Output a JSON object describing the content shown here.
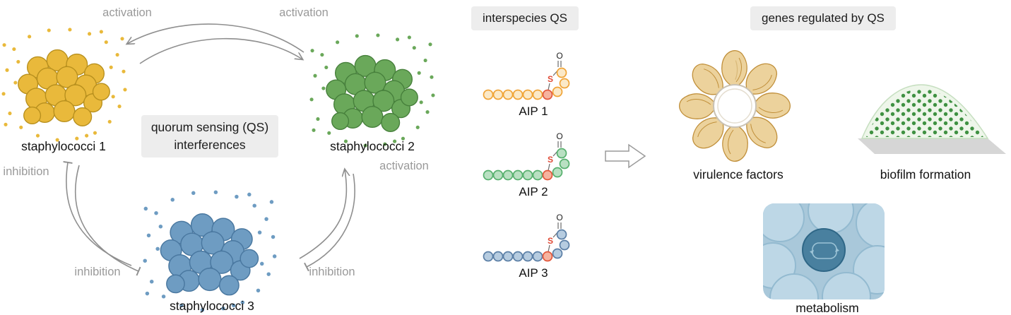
{
  "colors": {
    "staph1_yellow": "#e9b93b",
    "staph1_edge": "#b8901e",
    "staph2_green": "#6aa85a",
    "staph2_edge": "#47803c",
    "staph3_blue": "#6e9cc2",
    "staph3_edge": "#4a78a0",
    "arrow_gray": "#8f8f8f",
    "arrow_label_gray": "#9a9a9a",
    "box_bg": "#ededed",
    "aip_red": "#e2573b",
    "sulfur_red": "#df4a36",
    "protein_gold": "#d9a84e",
    "biofilm_green": "#3f9142",
    "metabolism_blue": "#49809f"
  },
  "icons": {
    "bacteria_cluster": "cluster-of-cocci-cells-with-scattered-signal-dots",
    "aip_molecule": "cyclic-thiolactone-peptide-chain",
    "arrow_right": "block-outline-arrow-right",
    "protein": "ring-shaped-protein-ribbon-structure",
    "biofilm": "green-dome-of-cells-on-surface",
    "metabolism": "cell-with-metabolic-cycle"
  },
  "left_panel": {
    "center_box": {
      "line1": "quorum sensing (QS)",
      "line2": "interferences"
    },
    "cluster1_label": "staphylococci 1",
    "cluster2_label": "staphylococci 2",
    "cluster3_label": "staphylococci 3",
    "labels": {
      "activation_top_left": "activation",
      "activation_top_right": "activation",
      "activation_right": "activation",
      "inhibition_left": "inhibition",
      "inhibition_bottom_left": "inhibition",
      "inhibition_bottom_right": "inhibition"
    }
  },
  "middle_panel": {
    "header": "interspecies QS",
    "aip1_label": "AIP 1",
    "aip2_label": "AIP 2",
    "aip3_label": "AIP 3",
    "atoms": {
      "sulfur": "S",
      "oxygen": "O"
    }
  },
  "right_panel": {
    "header": "genes regulated by QS",
    "virulence_label": "virulence factors",
    "biofilm_label": "biofilm formation",
    "metabolism_label": "metabolism"
  }
}
